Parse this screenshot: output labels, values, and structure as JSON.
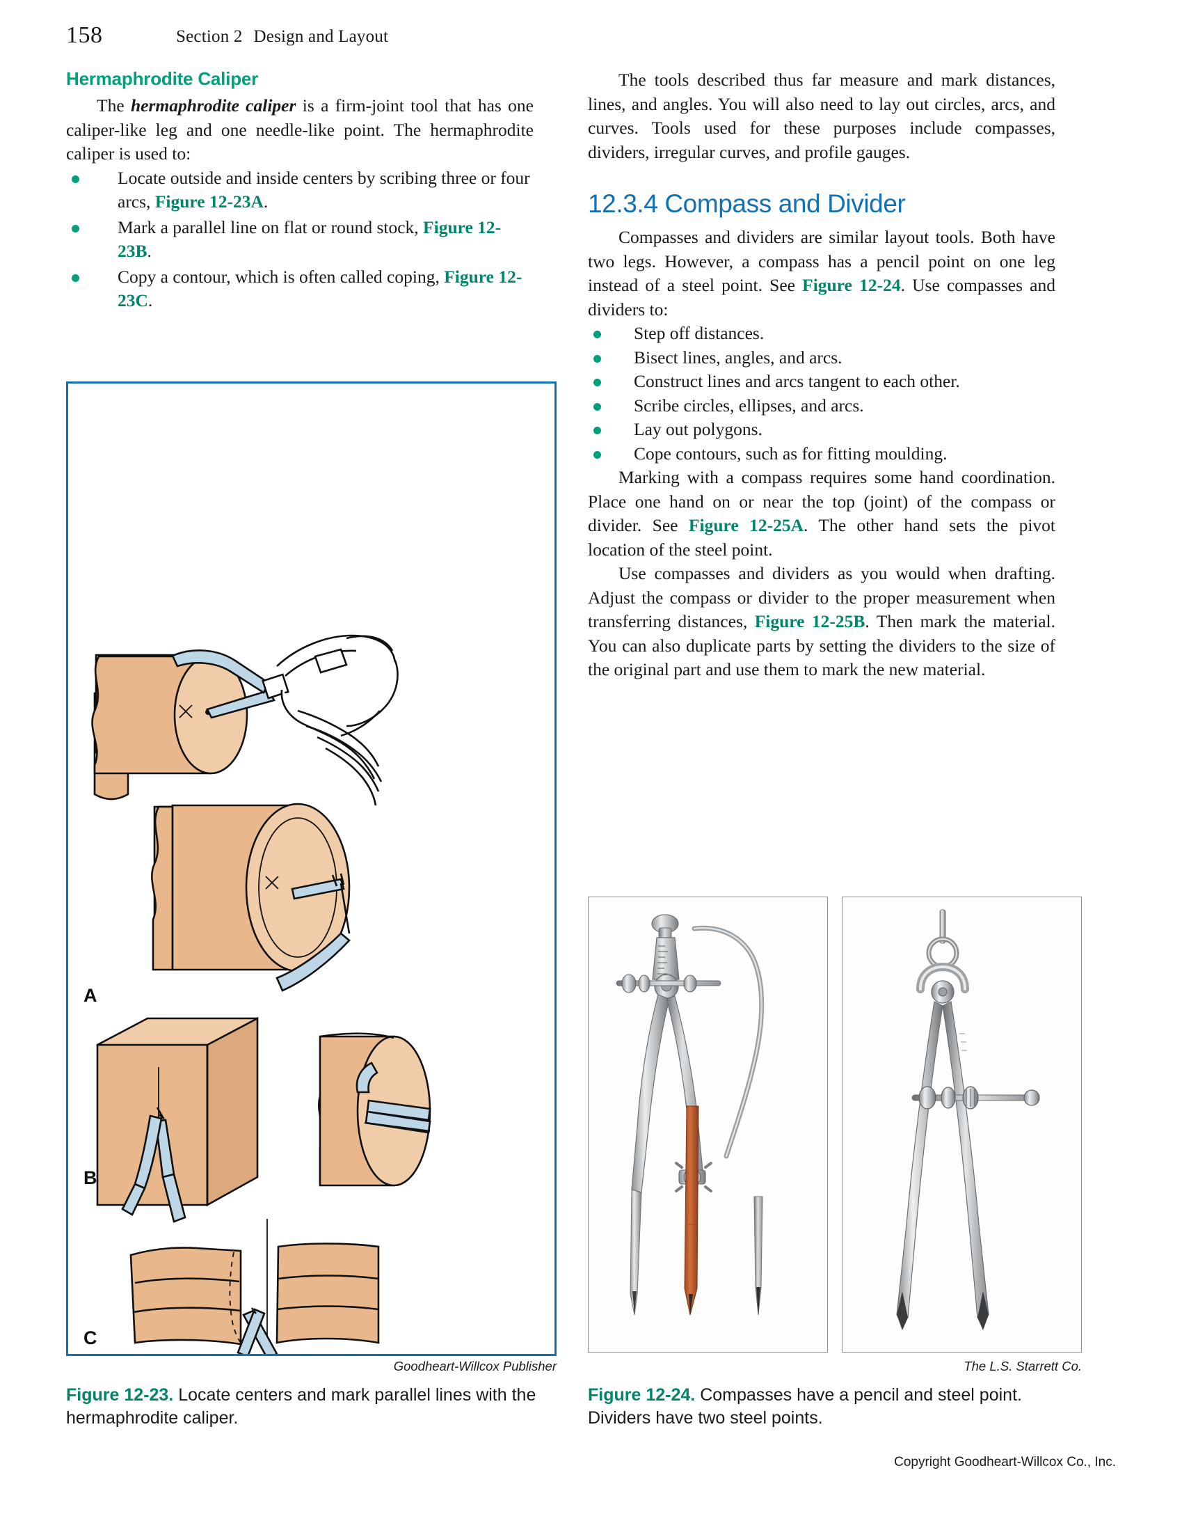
{
  "running_head": {
    "page_number": "158",
    "section_label": "Section 2",
    "section_title": "Design and Layout"
  },
  "left_column": {
    "heading": "Hermaphrodite Caliper",
    "intro_lead": "The ",
    "intro_term": "hermaphrodite caliper",
    "intro_rest": " is a firm-joint tool that has one caliper-like leg and one needle-like point. The hermaphrodite caliper is used to:",
    "bullets": [
      {
        "text_before": "Locate outside and inside centers by scribing three or four arcs, ",
        "figref": "Figure 12-23A",
        "text_after": "."
      },
      {
        "text_before": "Mark a parallel line on flat or round stock, ",
        "figref": "Figure 12-23B",
        "text_after": "."
      },
      {
        "text_before": "Copy a contour, which is often called coping, ",
        "figref": "Figure 12-23C",
        "text_after": "."
      }
    ]
  },
  "right_column": {
    "lead_paragraph": "The tools described thus far measure and mark distances, lines, and angles. You will also need to lay out circles, arcs, and curves. Tools used for these purposes include compasses, dividers, irregular curves, and profile gauges.",
    "section_heading": "12.3.4 Compass and Divider",
    "para_intro_before": "Compasses and dividers are similar layout tools. Both have two legs. However, a compass has a pencil point on one leg instead of a steel point. See ",
    "para_intro_figref": "Figure 12-24",
    "para_intro_after": ". Use compasses and dividers to:",
    "bullets": [
      "Step off distances.",
      "Bisect lines, angles, and arcs.",
      "Construct lines and arcs tangent to each other.",
      "Scribe circles, ellipses, and arcs.",
      "Lay out polygons.",
      "Cope contours, such as for fitting moulding."
    ],
    "para_marking_before": "Marking with a compass requires some hand coordination. Place one hand on or near the top (joint) of the compass or divider. See ",
    "para_marking_figref": "Figure 12-25A",
    "para_marking_after": ". The other hand sets the pivot location of the steel point.",
    "para_use_before": "Use compasses and dividers as you would when drafting. Adjust the compass or divider to the proper measurement when transferring distances, ",
    "para_use_figref": "Figure 12-25B",
    "para_use_after": ". Then mark the material. You can also duplicate parts by setting the dividers to the size of the original part and use them to mark the new material."
  },
  "figure_12_23": {
    "panel_labels": [
      "A",
      "B",
      "C"
    ],
    "credit": "Goodheart-Willcox Publisher",
    "caption_number": "Figure 12-23.",
    "caption_text": "Locate centers and mark parallel lines with the hermaphrodite caliper."
  },
  "figure_12_24": {
    "credit": "The L.S. Starrett Co.",
    "caption_number": "Figure 12-24.",
    "caption_text": "Compasses have a pencil and steel point. Dividers have two steel points."
  },
  "footer": {
    "copyright": "Copyright Goodheart-Willcox Co., Inc."
  },
  "colors": {
    "accent_green": "#00A07B",
    "figref_green": "#00856A",
    "heading_blue": "#1271B5",
    "wood_tan": "#E8B88C",
    "tool_blue": "#BDD7E7"
  }
}
